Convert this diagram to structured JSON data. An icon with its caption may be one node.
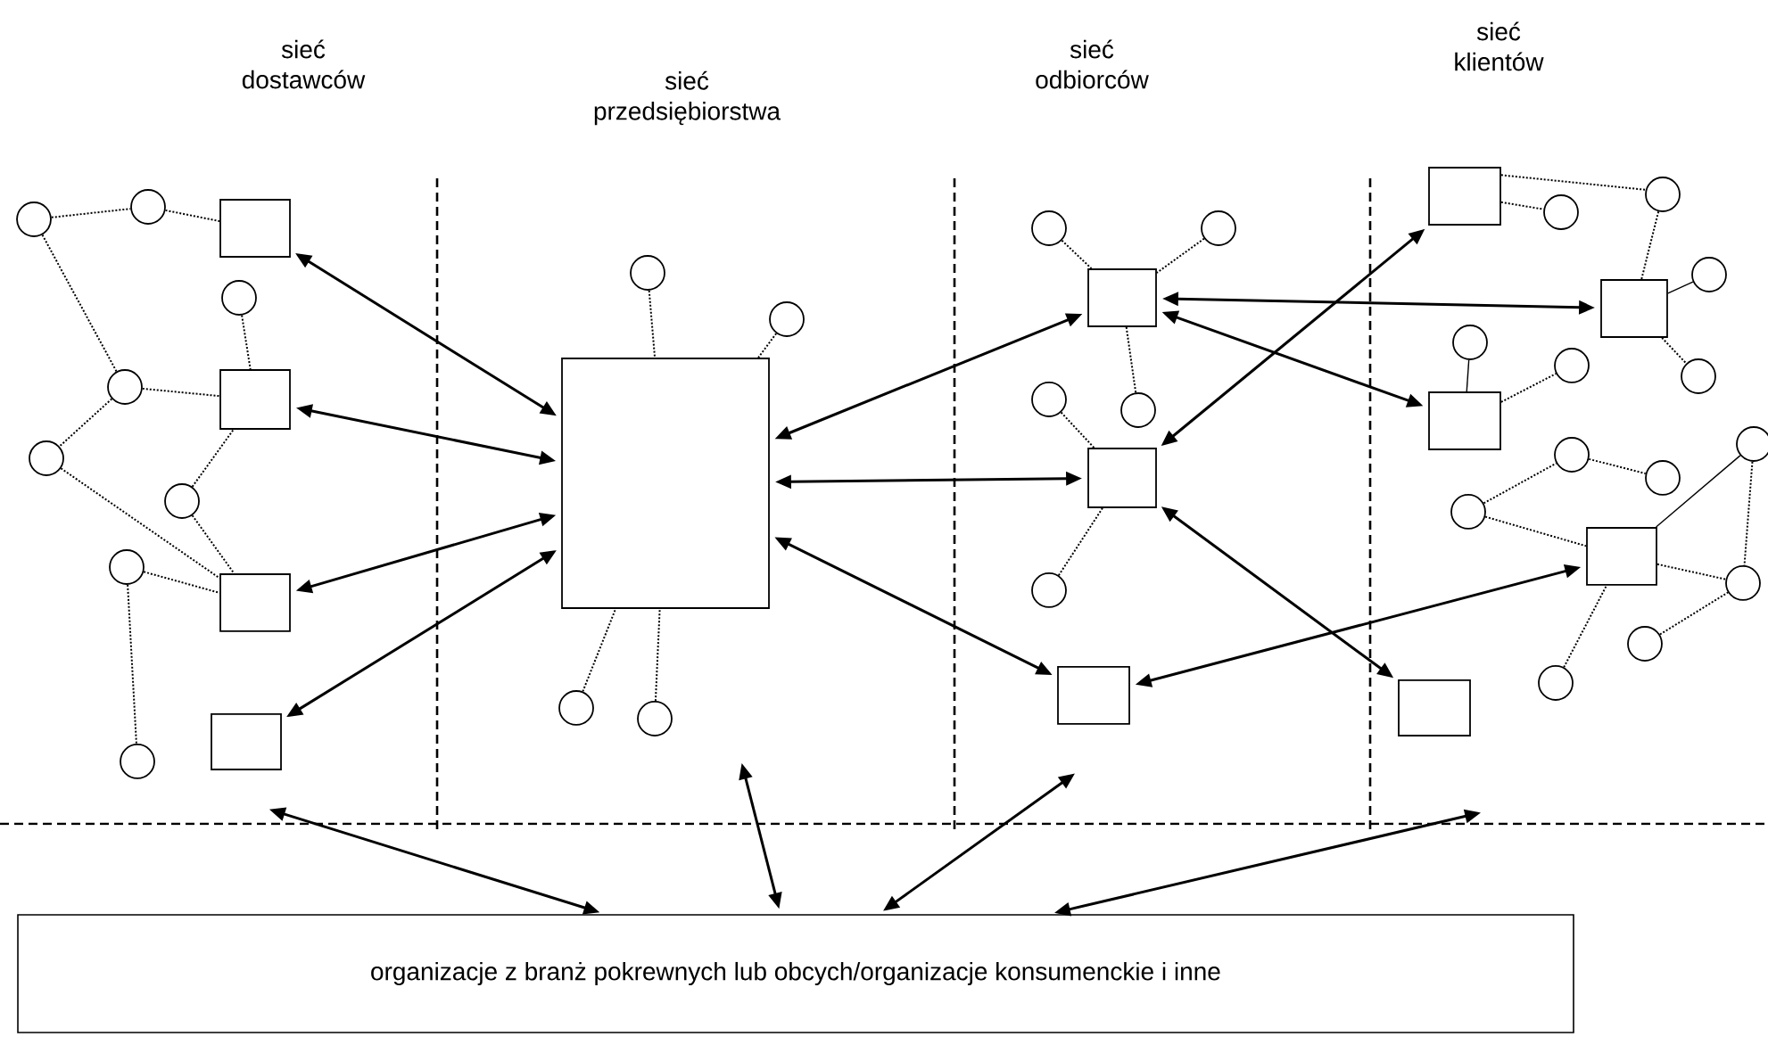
{
  "diagram": {
    "nodes": [
      {
        "text": [],
        "shape": "box"
      },
      {
        "text": [],
        "shape": "box"
      },
      {
        "text": [],
        "shape": "box"
      },
      {
        "text": [],
        "shape": "box"
      },
      {
        "text": [],
        "shape": "box"
      },
      {
        "text": [],
        "shape": "box"
      },
      {
        "text": [],
        "shape": "box"
      },
      {
        "text": [],
        "shape": "box"
      },
      {
        "text": [],
        "shape": "box"
      },
      {
        "text": [],
        "shape": "box"
      },
      {
        "text": [],
        "shape": "box"
      },
      {
        "text": [],
        "shape": "box"
      },
      {
        "text": [],
        "shape": "box"
      },
      {
        "text": [
          "organizacje z branż pokrewnych lub obcych/organizacje konsumenckie i inne"
        ]
      },
      {
        "text": [],
        "shape": "circle"
      },
      {
        "text": [],
        "shape": "circle"
      },
      {
        "text": [],
        "shape": "circle"
      },
      {
        "text": [],
        "shape": "circle"
      },
      {
        "text": [],
        "shape": "circle"
      },
      {
        "text": [],
        "shape": "circle"
      },
      {
        "text": [],
        "shape": "circle"
      },
      {
        "text": [],
        "shape": "circle"
      },
      {
        "text": [],
        "shape": "circle"
      },
      {
        "text": [],
        "shape": "circle"
      },
      {
        "text": [],
        "shape": "circle"
      },
      {
        "text": [],
        "shape": "circle"
      },
      {
        "text": [],
        "shape": "circle"
      },
      {
        "text": [],
        "shape": "circle"
      },
      {
        "text": [],
        "shape": "circle"
      },
      {
        "text": [],
        "shape": "circle"
      },
      {
        "text": [],
        "shape": "circle"
      },
      {
        "text": [],
        "shape": "circle"
      },
      {
        "text": [],
        "shape": "circle"
      },
      {
        "text": [],
        "shape": "circle"
      },
      {
        "text": [],
        "shape": "circle"
      },
      {
        "text": [],
        "shape": "circle"
      },
      {
        "text": [],
        "shape": "circle"
      },
      {
        "text": [],
        "shape": "circle"
      },
      {
        "text": [],
        "shape": "circle"
      },
      {
        "text": [],
        "shape": "circle"
      },
      {
        "text": [],
        "shape": "circle"
      },
      {
        "text": [],
        "shape": "circle"
      },
      {
        "text": [],
        "shape": "circle"
      },
      {
        "text": [],
        "shape": "circle"
      }
    ],
    "edges": [
      {
        "from": 0,
        "to": 4,
        "arrow": "both"
      },
      {
        "from": 1,
        "to": 4,
        "arrow": "both"
      },
      {
        "from": 2,
        "to": 4,
        "arrow": "both"
      },
      {
        "from": 3,
        "to": 4,
        "arrow": "both"
      },
      {
        "from": 4,
        "to": 5,
        "arrow": "both"
      },
      {
        "from": 4,
        "to": 6,
        "arrow": "both"
      },
      {
        "from": 4,
        "to": 7,
        "arrow": "both"
      },
      {
        "from": 5,
        "to": 9,
        "arrow": "both"
      },
      {
        "from": 5,
        "to": 10,
        "arrow": "both"
      },
      {
        "from": 6,
        "to": 8,
        "arrow": "both"
      },
      {
        "from": 6,
        "to": 12,
        "arrow": "both"
      },
      {
        "from": 7,
        "to": 11,
        "arrow": "both"
      },
      {
        "from": null,
        "to": 13,
        "arrow": "both"
      },
      {
        "from": null,
        "to": 13,
        "arrow": "both"
      },
      {
        "from": null,
        "to": 13,
        "arrow": "both"
      },
      {
        "from": null,
        "to": 13,
        "arrow": "both"
      },
      {
        "from": 14,
        "to": 15,
        "arrow": "none",
        "style": "dashed"
      },
      {
        "from": 15,
        "to": 0,
        "arrow": "none",
        "style": "dashed"
      },
      {
        "from": 14,
        "to": 17,
        "arrow": "none",
        "style": "dashed"
      },
      {
        "from": 16,
        "to": 1,
        "arrow": "none",
        "style": "dashed"
      },
      {
        "from": 17,
        "to": 1,
        "arrow": "none",
        "style": "dashed"
      },
      {
        "from": 17,
        "to": 18,
        "arrow": "none",
        "style": "dashed"
      },
      {
        "from": 18,
        "to": 2,
        "arrow": "none",
        "style": "dashed"
      },
      {
        "from": 19,
        "to": 1,
        "arrow": "none",
        "style": "dashed"
      },
      {
        "from": 19,
        "to": 2,
        "arrow": "none",
        "style": "dashed"
      },
      {
        "from": 20,
        "to": 2,
        "arrow": "none",
        "style": "dashed"
      },
      {
        "from": 20,
        "to": 21,
        "arrow": "none",
        "style": "dashed"
      },
      {
        "from": 22,
        "to": 4,
        "arrow": "none",
        "style": "dashed"
      },
      {
        "from": 23,
        "to": 4,
        "arrow": "none",
        "style": "dashed"
      },
      {
        "from": 24,
        "to": 4,
        "arrow": "none",
        "style": "dashed"
      },
      {
        "from": 25,
        "to": 4,
        "arrow": "none",
        "style": "dashed"
      },
      {
        "from": 26,
        "to": 5,
        "arrow": "none",
        "style": "dashed"
      },
      {
        "from": 27,
        "to": 5,
        "arrow": "none",
        "style": "dashed"
      },
      {
        "from": 5,
        "to": 28,
        "arrow": "none",
        "style": "dashed"
      },
      {
        "from": 29,
        "to": 6,
        "arrow": "none",
        "style": "dashed"
      },
      {
        "from": 30,
        "to": 6,
        "arrow": "none",
        "style": "dashed"
      },
      {
        "from": 8,
        "to": 31,
        "arrow": "none",
        "style": "dashed"
      },
      {
        "from": 8,
        "to": 32,
        "arrow": "none",
        "style": "dashed"
      },
      {
        "from": 32,
        "to": 9,
        "arrow": "none",
        "style": "dashed"
      },
      {
        "from": 9,
        "to": 33,
        "arrow": "none"
      },
      {
        "from": 9,
        "to": 34,
        "arrow": "none",
        "style": "dashed"
      },
      {
        "from": 35,
        "to": 10,
        "arrow": "none"
      },
      {
        "from": 10,
        "to": 36,
        "arrow": "none",
        "style": "dashed"
      },
      {
        "from": 37,
        "to": 38,
        "arrow": "none",
        "style": "dashed"
      },
      {
        "from": 39,
        "to": 37,
        "arrow": "none",
        "style": "dashed"
      },
      {
        "from": 39,
        "to": 11,
        "arrow": "none",
        "style": "dashed"
      },
      {
        "from": 11,
        "to": 40,
        "arrow": "none"
      },
      {
        "from": 40,
        "to": 41,
        "arrow": "none",
        "style": "dashed"
      },
      {
        "from": 11,
        "to": 41,
        "arrow": "none",
        "style": "dashed"
      },
      {
        "from": 42,
        "to": 41,
        "arrow": "none",
        "style": "dashed"
      },
      {
        "from": 43,
        "to": 11,
        "arrow": "none",
        "style": "dashed"
      }
    ],
    "labels": [
      "sieć dostawców",
      "sieć przedsiębiorstwa",
      "sieć odbiorców",
      "sieć klientów"
    ]
  }
}
